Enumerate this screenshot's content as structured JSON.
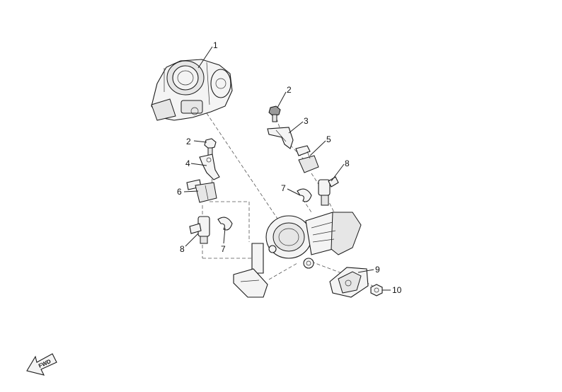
{
  "callouts": [
    {
      "id": "c1",
      "text": "1"
    },
    {
      "id": "c2a",
      "text": "2"
    },
    {
      "id": "c2b",
      "text": "2"
    },
    {
      "id": "c3",
      "text": "3"
    },
    {
      "id": "c4",
      "text": "4"
    },
    {
      "id": "c5",
      "text": "5"
    },
    {
      "id": "c6",
      "text": "6"
    },
    {
      "id": "c7a",
      "text": "7"
    },
    {
      "id": "c7b",
      "text": "7"
    },
    {
      "id": "c8a",
      "text": "8"
    },
    {
      "id": "c8b",
      "text": "8"
    },
    {
      "id": "c9",
      "text": "9"
    },
    {
      "id": "c10",
      "text": "10"
    }
  ],
  "direction_marker": {
    "text": "FWD"
  }
}
